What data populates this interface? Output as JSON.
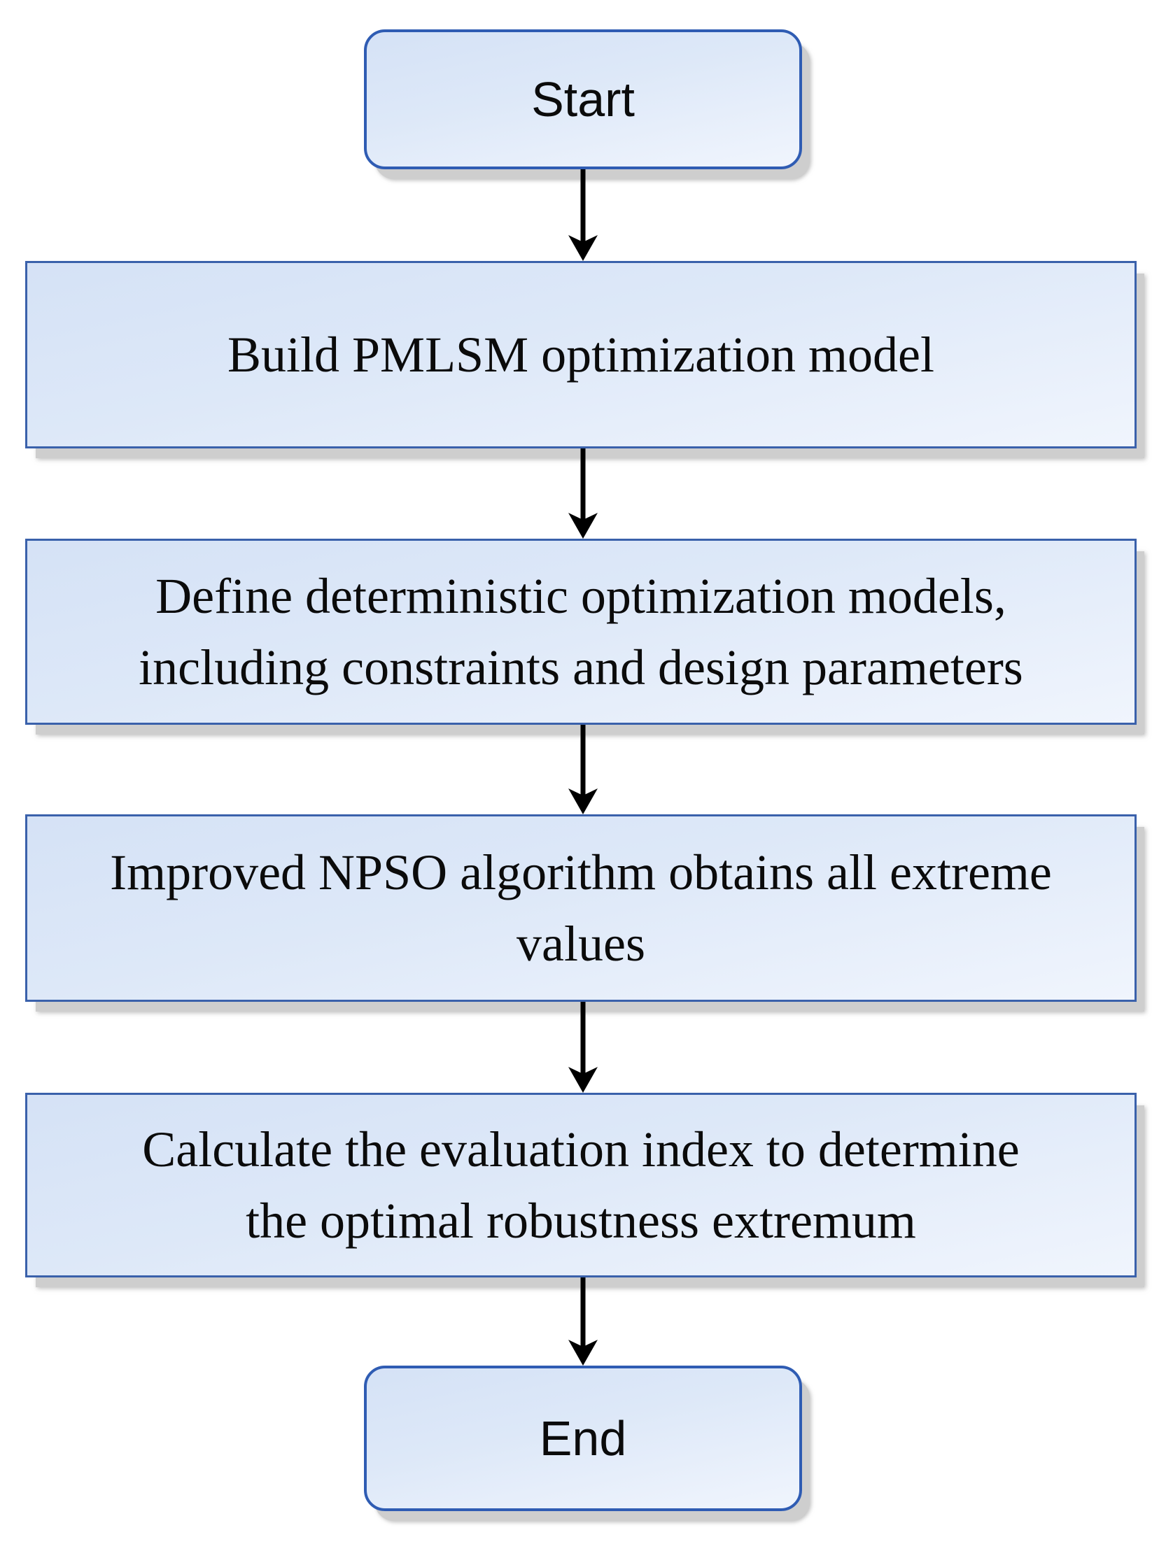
{
  "diagram": {
    "title": "",
    "type": "flowchart",
    "direction": "top-to-bottom",
    "colors": {
      "background": "#ffffff",
      "node_fill_top": "#d5e2f6",
      "node_fill_bottom": "#f0f5fd",
      "process_border": "#3a61ab",
      "terminator_border": "#2f5cb3",
      "shadow": "#cecece",
      "arrow": "#000000",
      "text": "#0b0b0b"
    },
    "nodes": [
      {
        "id": "start",
        "type": "terminator",
        "label": "Start"
      },
      {
        "id": "build",
        "type": "process",
        "label": "Build PMLSM optimization model"
      },
      {
        "id": "define",
        "type": "process",
        "label": "Define deterministic optimization models,\nincluding constraints and design parameters"
      },
      {
        "id": "npso",
        "type": "process",
        "label": "Improved NPSO algorithm obtains all extreme\nvalues"
      },
      {
        "id": "calc",
        "type": "process",
        "label": "Calculate the evaluation index to determine\nthe optimal robustness extremum"
      },
      {
        "id": "end",
        "type": "terminator",
        "label": "End"
      }
    ],
    "edges": [
      {
        "from": "start",
        "to": "build",
        "style": "straight-down-arrow"
      },
      {
        "from": "build",
        "to": "define",
        "style": "straight-down-arrow"
      },
      {
        "from": "define",
        "to": "npso",
        "style": "straight-down-arrow"
      },
      {
        "from": "npso",
        "to": "calc",
        "style": "straight-down-arrow"
      },
      {
        "from": "calc",
        "to": "end",
        "style": "straight-down-arrow"
      }
    ]
  }
}
